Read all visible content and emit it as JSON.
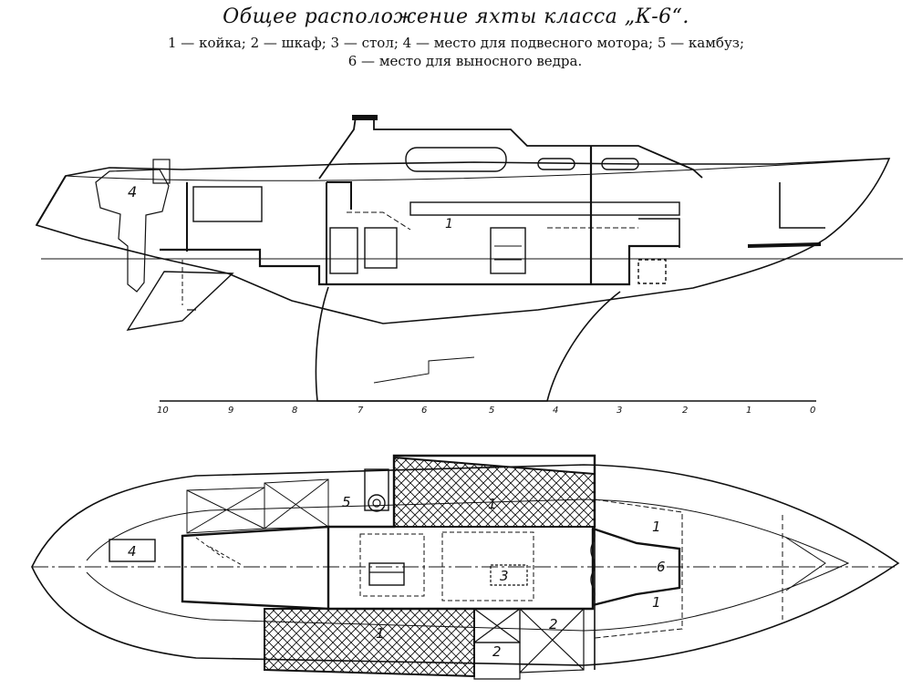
{
  "title": "Общее расположение яхты класса „К-6“.",
  "legend_line1": "1 — койка;  2 — шкаф;  3 — стол;  4 — место для подвесного мотора;  5 — камбуз;",
  "legend_line2": "6 — место для выносного ведра.",
  "profile": {
    "label_motor": "4",
    "label_berth": "1",
    "station_labels": [
      "10",
      "9",
      "8",
      "7",
      "6",
      "5",
      "4",
      "3",
      "2",
      "1",
      "0"
    ]
  },
  "plan": {
    "label_motor": "4",
    "label_galley": "5",
    "label_berth_port": "1",
    "label_berth_fwd_top": "1",
    "label_berth_fwd_bot": "1",
    "label_table": "3",
    "label_bucket": "6",
    "label_locker_a": "2",
    "label_locker_b": "2",
    "label_berth_starboard": "1"
  }
}
